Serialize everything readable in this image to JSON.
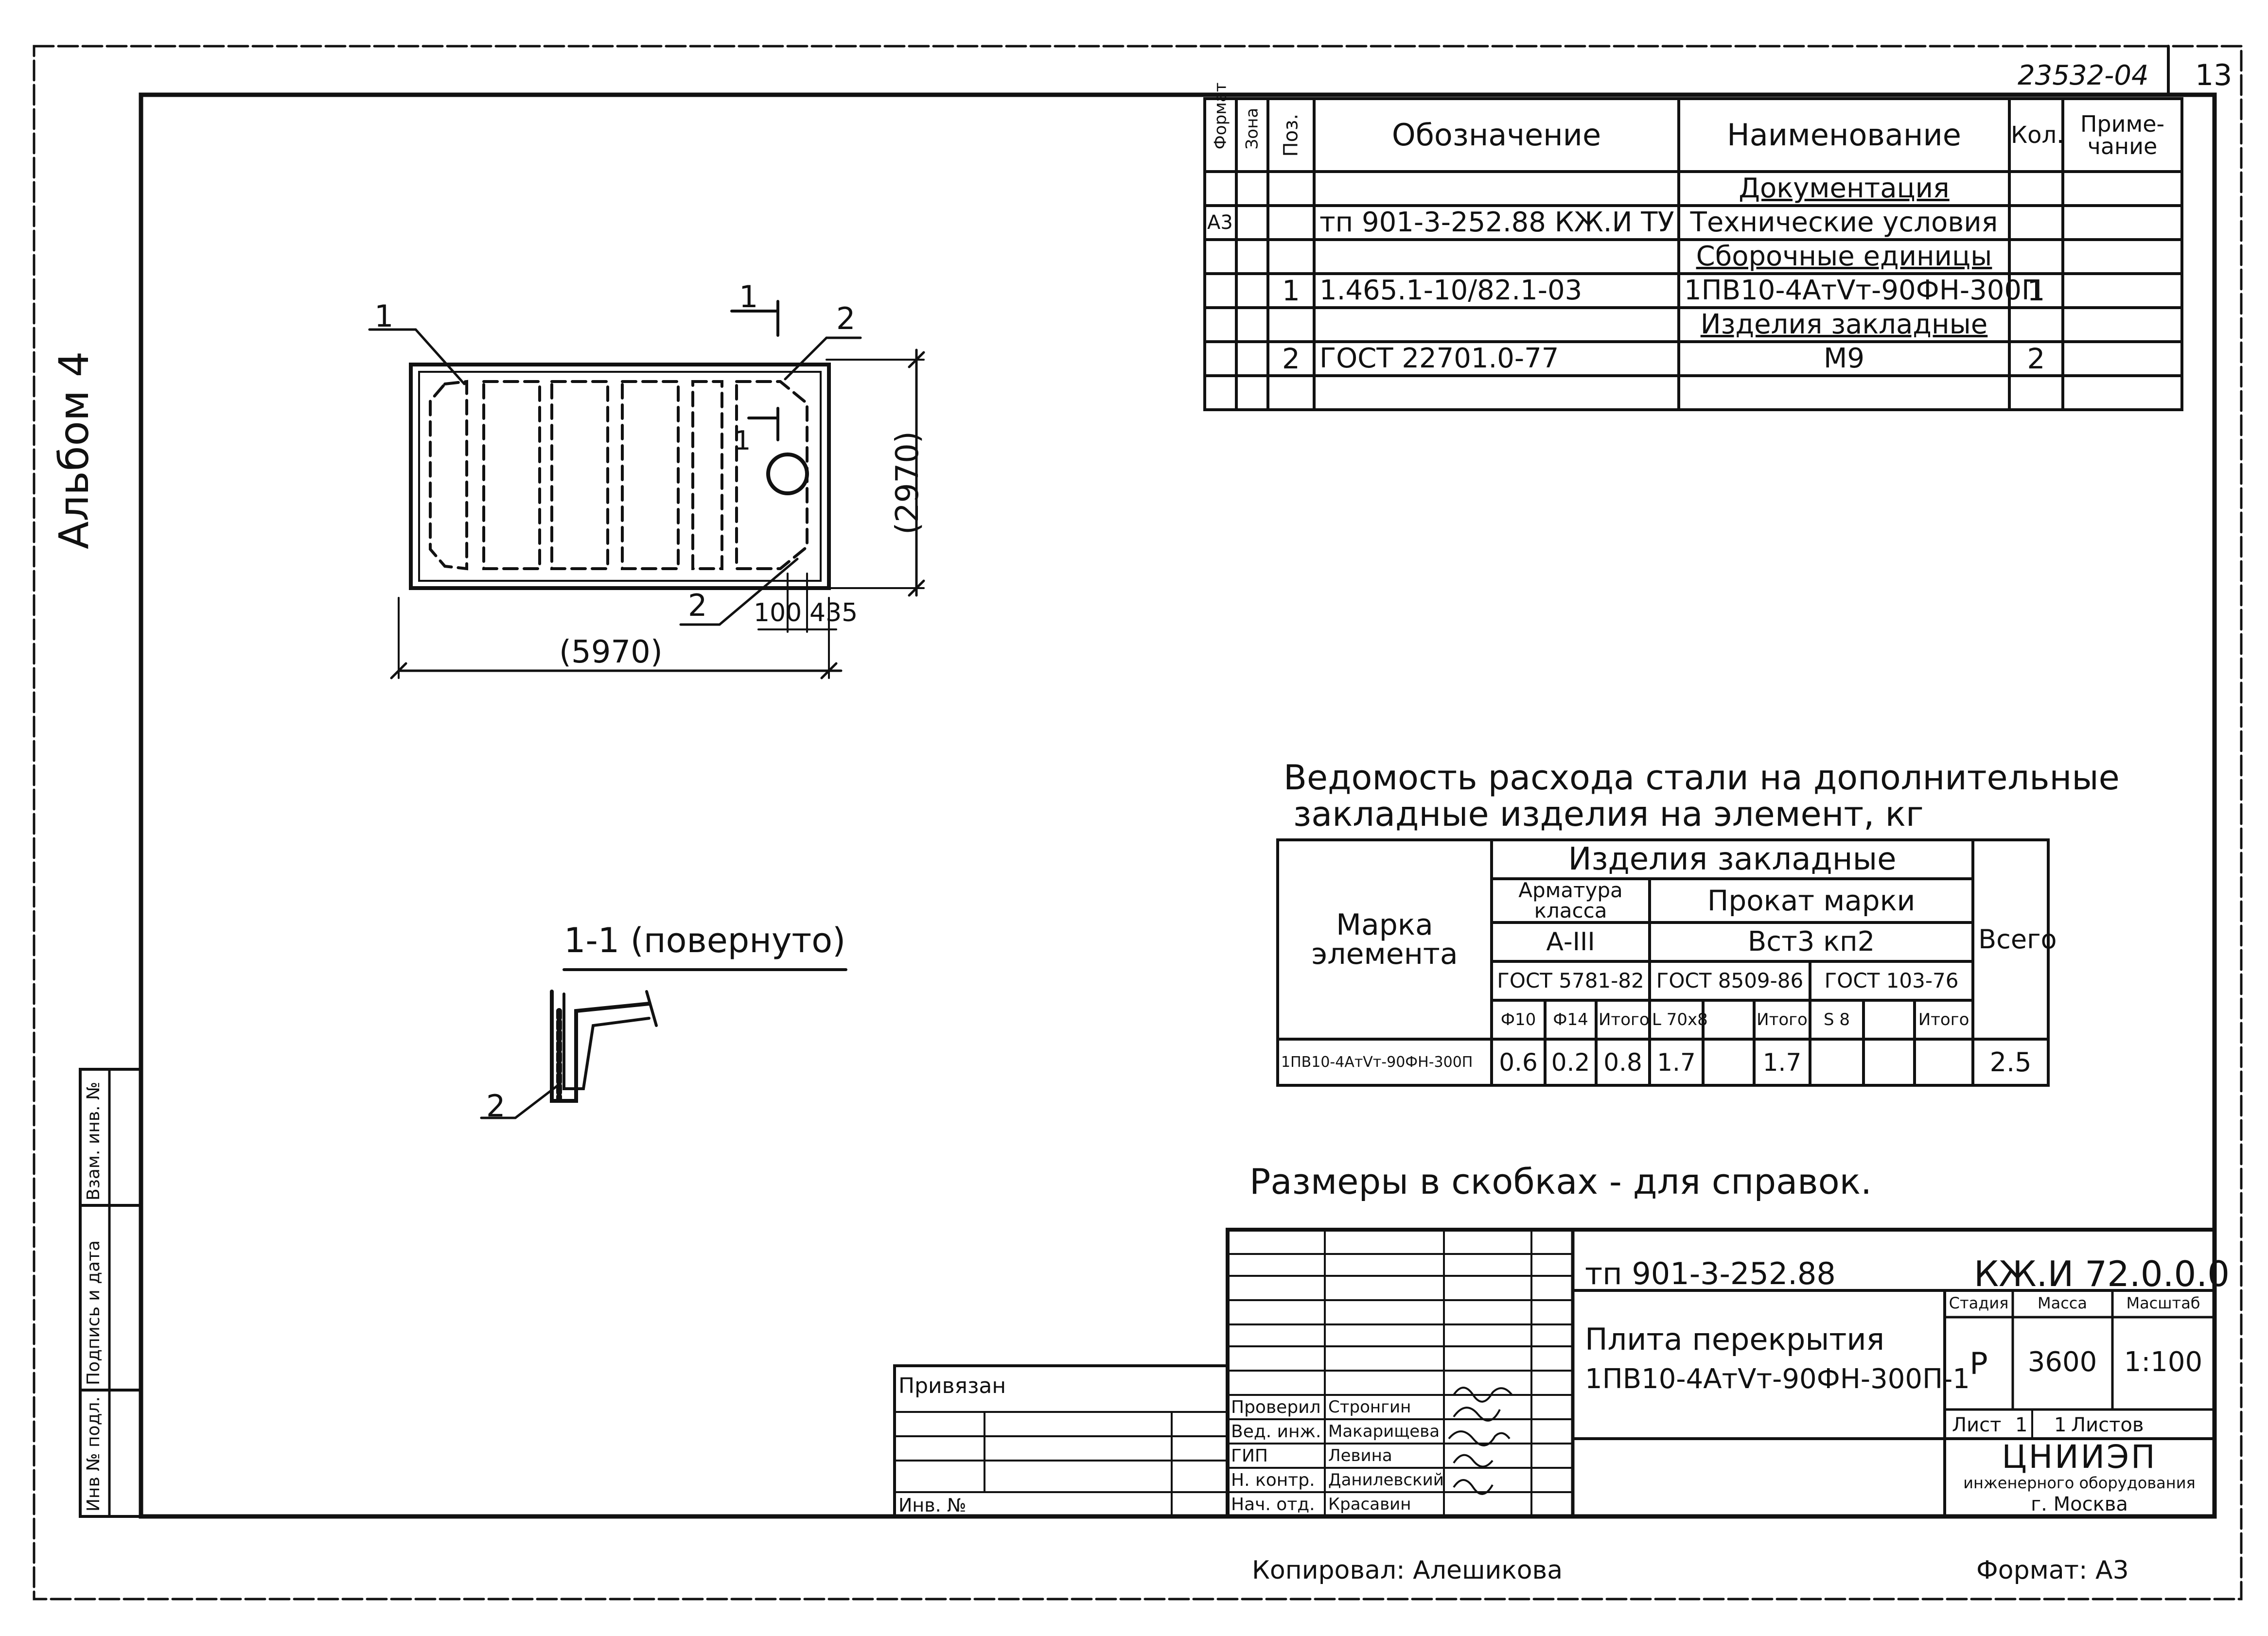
{
  "corner": {
    "doc_number": "23532-04",
    "sheet_no": "13"
  },
  "album_label": "Альбом 4",
  "side_stamp": [
    "Инв № подл.",
    "Подпись и дата",
    "Взам. инв. №"
  ],
  "spec": {
    "headers": [
      "Формат",
      "Зона",
      "Поз.",
      "Обозначение",
      "Наименование",
      "Кол.",
      "Приме-чание"
    ],
    "rows": [
      {
        "format": "",
        "zone": "",
        "pos": "",
        "designation": "",
        "name": "Документация",
        "qty": "",
        "note": ""
      },
      {
        "format": "А3",
        "zone": "",
        "pos": "",
        "designation": "тп 901-3-252.88 КЖ.И ТУ",
        "name": "Технические условия",
        "qty": "",
        "note": ""
      },
      {
        "format": "",
        "zone": "",
        "pos": "",
        "designation": "",
        "name": "Сборочные единицы",
        "qty": "",
        "note": ""
      },
      {
        "format": "",
        "zone": "",
        "pos": "1",
        "designation": "1.465.1-10/82.1-03",
        "name": "1ПВ10-4АтVт-90ФН-300П",
        "qty": "1",
        "note": ""
      },
      {
        "format": "",
        "zone": "",
        "pos": "",
        "designation": "",
        "name": "Изделия закладные",
        "qty": "",
        "note": ""
      },
      {
        "format": "",
        "zone": "",
        "pos": "2",
        "designation": "ГОСТ 22701.0-77",
        "name": "М9",
        "qty": "2",
        "note": ""
      },
      {
        "format": "",
        "zone": "",
        "pos": "",
        "designation": "",
        "name": "",
        "qty": "",
        "note": ""
      }
    ]
  },
  "plan": {
    "callout_1": "1",
    "callout_2": "2",
    "callout_2b": "2",
    "section_mark_top": "1",
    "section_mark_mid": "1",
    "dim_width": "(5970)",
    "dim_height": "(2970)",
    "dim_100": "100",
    "dim_435": "435"
  },
  "section": {
    "title": "1-1 (повернуто)",
    "callout": "2"
  },
  "steel": {
    "title_line1": "Ведомость расхода стали на дополнительные",
    "title_line2": "закладные изделия на элемент, кг",
    "h_mark": "Марка элемента",
    "h_items": "Изделия закладные",
    "h_rebar": "Арматура класса",
    "h_rolled": "Прокат марки",
    "h_total": "Всего",
    "h_a3": "А-III",
    "h_vst": "Вст3 кп2",
    "h_gost1": "ГОСТ 5781-82",
    "h_gost2": "ГОСТ 8509-86",
    "h_gost3": "ГОСТ 103-76",
    "sub": [
      "Ф10",
      "Ф14",
      "Итого",
      "L 70х8",
      "",
      "Итого",
      "S 8",
      "",
      "Итого"
    ],
    "row": {
      "mark": "1ПВ10-4АтVт-90ФН-300П",
      "values": [
        "0.6",
        "0.2",
        "0.8",
        "1.7",
        "",
        "1.7",
        "",
        "",
        ""
      ],
      "total": "2.5"
    }
  },
  "note": "Размеры в скобках - для справок.",
  "title_block": {
    "project": "тп 901-3-252.88",
    "code": "КЖ.И 72.0.0.0",
    "title_line1": "Плита перекрытия",
    "title_line2": "1ПВ10-4АтVт-90ФН-300П-1",
    "stage_h": "Стадия",
    "mass_h": "Масса",
    "scale_h": "Масштаб",
    "stage": "Р",
    "mass": "3600",
    "scale": "1:100",
    "sheet_label": "Лист",
    "sheet_value": "1",
    "sheets_label": "Листов",
    "sheets_value": "1",
    "org1": "ЦНИИЭП",
    "org2": "инженерного оборудования",
    "org3": "г. Москва",
    "roles": [
      "Проверил",
      "Вед. инж.",
      "ГИП",
      "Н. контр.",
      "Нач. отд."
    ],
    "names": [
      "Стронгин",
      "Макарищева",
      "Левина",
      "Данилевский",
      "Красавин"
    ],
    "bound_label": "Привязан",
    "inv_label": "Инв. №"
  },
  "footer": {
    "copied": "Копировал: Алешикова",
    "format": "Формат: А3"
  }
}
